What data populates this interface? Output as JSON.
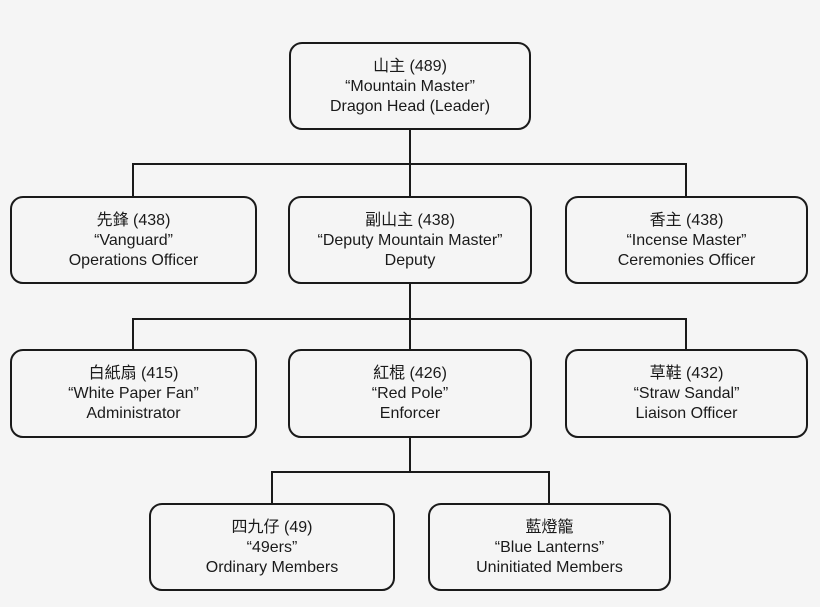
{
  "canvas": {
    "background_color": "#f5f5f5",
    "line_color": "#1a1a1a",
    "text_color": "#1a1a1a"
  },
  "nodes": [
    {
      "id": "mountain-master",
      "line1": "山主 (489)",
      "line2": "“Mountain Master”",
      "line3": "Dragon Head (Leader)"
    },
    {
      "id": "vanguard",
      "line1": "先鋒 (438)",
      "line2": "“Vanguard”",
      "line3": "Operations Officer"
    },
    {
      "id": "deputy-mountain-master",
      "line1": "副山主 (438)",
      "line2": "“Deputy Mountain Master”",
      "line3": "Deputy"
    },
    {
      "id": "incense-master",
      "line1": "香主 (438)",
      "line2": "“Incense Master”",
      "line3": "Ceremonies Officer"
    },
    {
      "id": "white-paper-fan",
      "line1": "白紙扇 (415)",
      "line2": "“White Paper Fan”",
      "line3": "Administrator"
    },
    {
      "id": "red-pole",
      "line1": "紅棍 (426)",
      "line2": "“Red Pole”",
      "line3": "Enforcer"
    },
    {
      "id": "straw-sandal",
      "line1": "草鞋 (432)",
      "line2": "“Straw Sandal”",
      "line3": "Liaison Officer"
    },
    {
      "id": "forty-niners",
      "line1": "四九仔 (49)",
      "line2": "“49ers”",
      "line3": "Ordinary Members"
    },
    {
      "id": "blue-lanterns",
      "line1": "藍燈籠",
      "line2": "“Blue Lanterns”",
      "line3": "Uninitiated Members"
    }
  ],
  "edges": [
    {
      "from": "mountain-master",
      "to": "vanguard"
    },
    {
      "from": "mountain-master",
      "to": "deputy-mountain-master"
    },
    {
      "from": "mountain-master",
      "to": "incense-master"
    },
    {
      "from": "deputy-mountain-master",
      "to": "white-paper-fan"
    },
    {
      "from": "deputy-mountain-master",
      "to": "red-pole"
    },
    {
      "from": "deputy-mountain-master",
      "to": "straw-sandal"
    },
    {
      "from": "red-pole",
      "to": "forty-niners"
    },
    {
      "from": "red-pole",
      "to": "blue-lanterns"
    }
  ]
}
